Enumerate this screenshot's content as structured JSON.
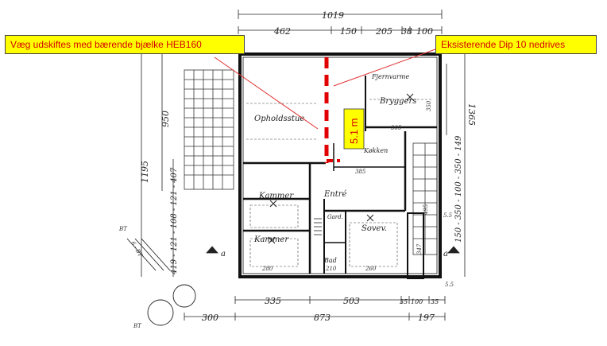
{
  "callouts": {
    "left": "Væg udskiftes med bærende bjælke HEB160",
    "right": "Eksisterende Dip 10 nedrives",
    "span_label": "5.1 m"
  },
  "dimensions": {
    "top_total": "1019",
    "top_parts": [
      "462",
      "150",
      "205",
      "38",
      "100"
    ],
    "bottom_row1": [
      "335",
      "503",
      "35",
      "100",
      "35"
    ],
    "bottom_row2": [
      "300",
      "873",
      "197"
    ],
    "left_outer": "1195",
    "left_inner": "950",
    "left_chain": "419 - 121 - 108 - 121 - 407",
    "right_outer": "1365",
    "right_chain": "150 - 350 - 100 - 350 - 149",
    "right_extra": [
      "350",
      "347",
      "305",
      "495"
    ],
    "room_dims": [
      "280",
      "260",
      "210",
      "305",
      "385"
    ],
    "misc_labels": [
      "BT",
      "6 - BT",
      "BT",
      "5.5"
    ]
  },
  "rooms": {
    "opholdsstue": "Opholdsstue",
    "bryggers": "Bryggers",
    "fjernvarme": "Fjernvarme",
    "kammer_1": "Kammer",
    "kammer_2": "Kammer",
    "entre": "Entré",
    "gard": "Gard.",
    "sovev": "Sovev.",
    "bad": "Bad",
    "kokken": "Køkken"
  },
  "colors": {
    "callout_bg": "#ffff00",
    "callout_text": "#d40000",
    "dashed_wall": "#e00000",
    "leader": "#e03030"
  }
}
